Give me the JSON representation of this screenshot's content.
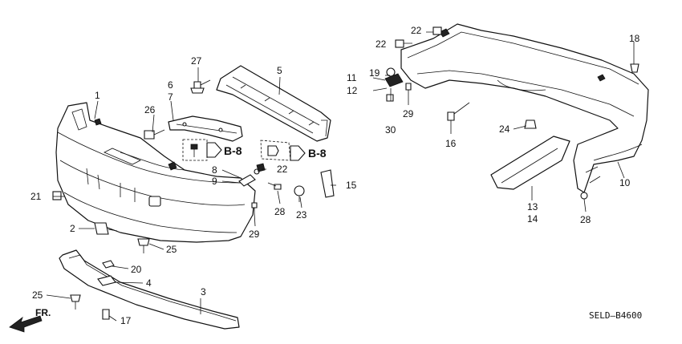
{
  "diagram_code": "SELD–B4600",
  "front_marker": "FR.",
  "refs": [
    "B-8",
    "B-8"
  ],
  "labels": [
    "1",
    "2",
    "3",
    "4",
    "5",
    "6",
    "7",
    "8",
    "9",
    "10",
    "11",
    "12",
    "13",
    "14",
    "15",
    "16",
    "17",
    "20",
    "21",
    "22",
    "22",
    "22",
    "23",
    "24",
    "25",
    "25",
    "26",
    "27",
    "28",
    "28",
    "29",
    "29",
    "30",
    "19",
    "18"
  ]
}
